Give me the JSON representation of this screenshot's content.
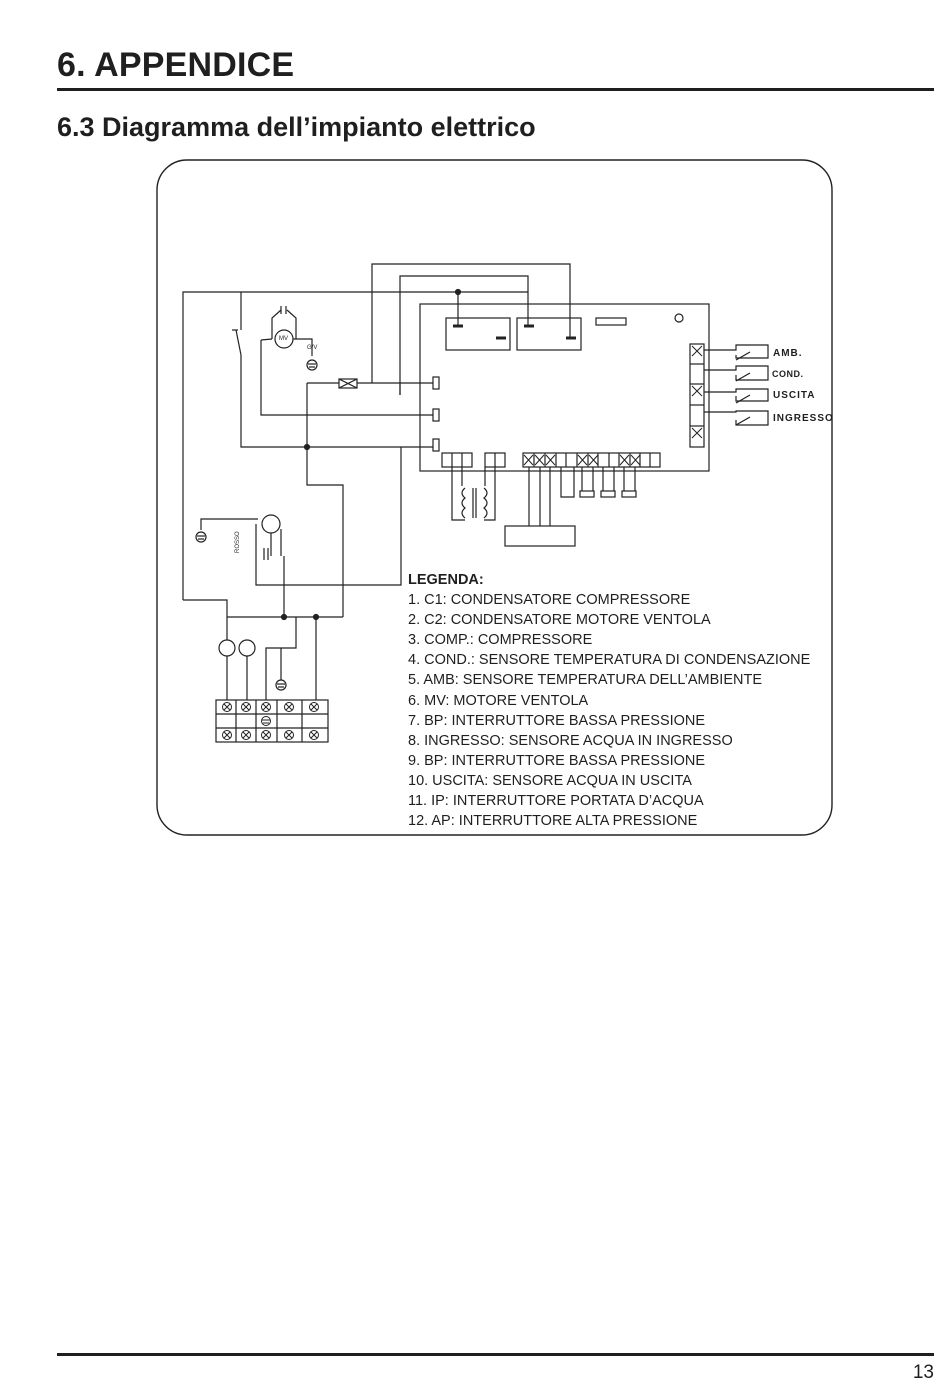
{
  "header": {
    "chapter_title": "6. APPENDICE",
    "section_title": "6.3 Diagramma dell’impianto elettrico"
  },
  "diagram": {
    "sensor_labels": {
      "amb": "AMB.",
      "cond": "COND.",
      "uscita": "USCITA",
      "ingresso": "INGRESSO"
    },
    "motor_label": "MV",
    "gv_label": "G/V",
    "rosso_label": "ROSSO"
  },
  "legend": {
    "title": "LEGENDA:",
    "items": [
      "1. C1: CONDENSATORE COMPRESSORE",
      "2. C2: CONDENSATORE MOTORE VENTOLA",
      "3. COMP.: COMPRESSORE",
      "4. COND.: SENSORE TEMPERATURA DI CONDENSAZIONE",
      "5. AMB: SENSORE TEMPERATURA DELL’AMBIENTE",
      "6. MV: MOTORE VENTOLA",
      "7. BP: INTERRUTTORE BASSA PRESSIONE",
      "8. INGRESSO: SENSORE ACQUA IN INGRESSO",
      "9. BP: INTERRUTTORE BASSA PRESSIONE",
      "10. USCITA: SENSORE ACQUA IN USCITA",
      "11. IP: INTERRUTTORE PORTATA D’ACQUA",
      "12. AP: INTERRUTTORE ALTA PRESSIONE"
    ]
  },
  "footer": {
    "page_number": "13"
  }
}
